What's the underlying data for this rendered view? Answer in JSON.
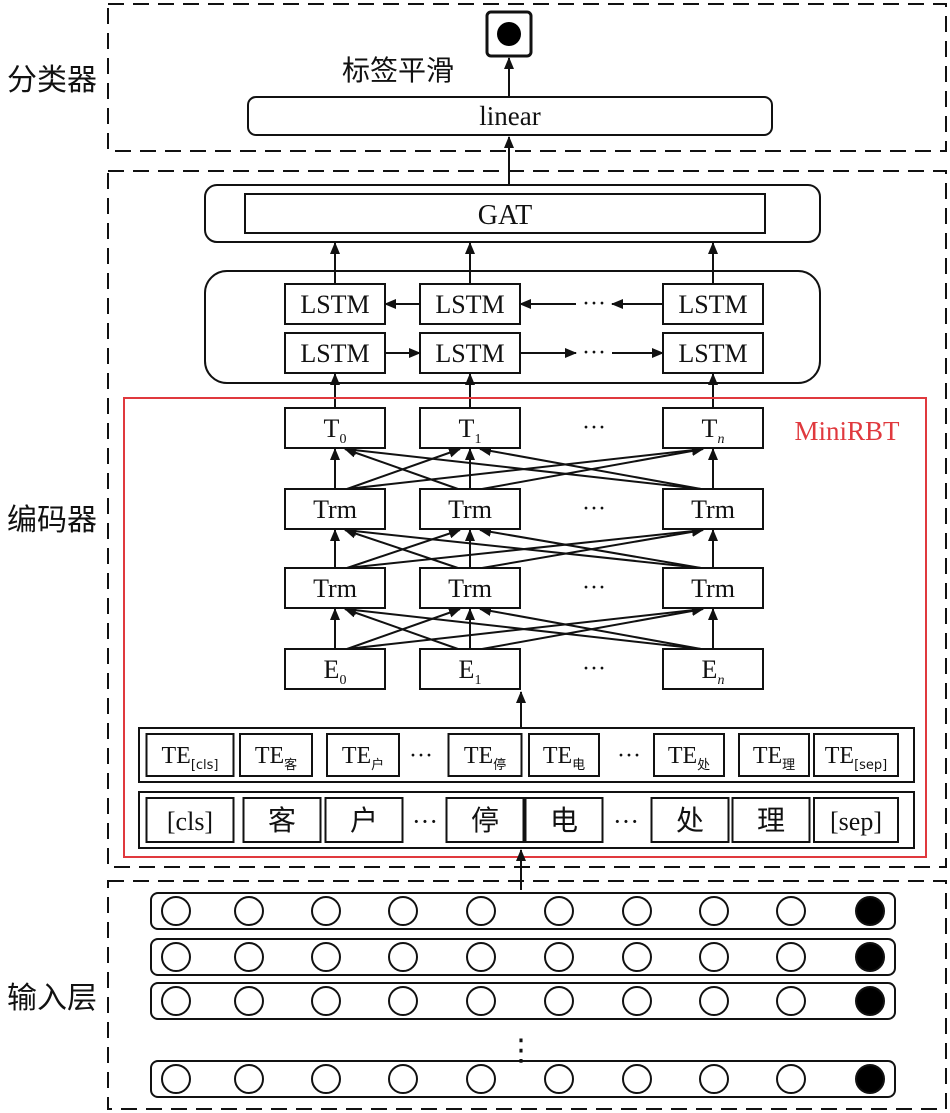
{
  "sections": {
    "classifier": "分类器",
    "encoder": "编码器",
    "input": "输入层"
  },
  "classifier": {
    "label_smoothing": "标签平滑",
    "linear": "linear"
  },
  "gat": "GAT",
  "lstm": {
    "label": "LSTM",
    "ellipsis": "···"
  },
  "minirbt": {
    "title": "MiniRBT",
    "color": "#e0393e",
    "t_row": [
      {
        "base": "T",
        "sub": "0",
        "italic": false
      },
      {
        "base": "T",
        "sub": "1",
        "italic": false
      },
      {
        "base": "T",
        "sub": "n",
        "italic": true
      }
    ],
    "trm": "Trm",
    "e_row": [
      {
        "base": "E",
        "sub": "0",
        "italic": false
      },
      {
        "base": "E",
        "sub": "1",
        "italic": false
      },
      {
        "base": "E",
        "sub": "n",
        "italic": true
      }
    ],
    "ellipsis": "···",
    "te_row": [
      {
        "base": "TE",
        "sub": "[cls]"
      },
      {
        "base": "TE",
        "sub": "客"
      },
      {
        "base": "TE",
        "sub": "户"
      },
      {
        "ellipsis": "···"
      },
      {
        "base": "TE",
        "sub": "停"
      },
      {
        "base": "TE",
        "sub": "电"
      },
      {
        "ellipsis": "···"
      },
      {
        "base": "TE",
        "sub": "处"
      },
      {
        "base": "TE",
        "sub": "理"
      },
      {
        "base": "TE",
        "sub": "[sep]"
      }
    ],
    "token_row": [
      "[cls]",
      "客",
      "户",
      "···",
      "停",
      "电",
      "···",
      "处",
      "理",
      "[sep]"
    ]
  },
  "input_layer": {
    "rows": 4,
    "circles_per_row": 10,
    "filled_index": 9,
    "gap_symbol": "⋮"
  }
}
